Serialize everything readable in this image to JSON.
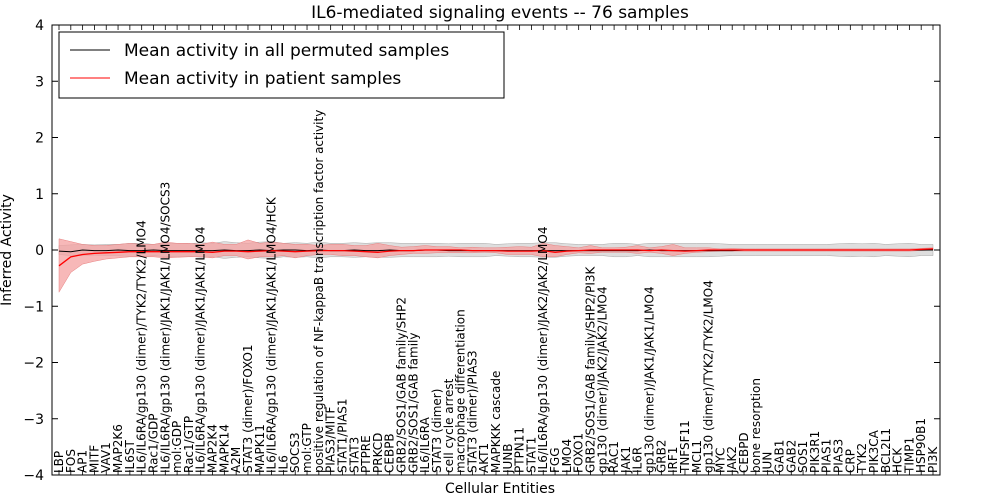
{
  "chart_data": {
    "type": "line",
    "title": "IL6-mediated signaling events -- 76 samples",
    "xlabel": "Cellular Entities",
    "ylabel": "Inferred Activity",
    "ylim": [
      -4,
      4
    ],
    "yticks": [
      "−4",
      "−3",
      "−2",
      "−1",
      "0",
      "1",
      "2",
      "3",
      "4"
    ],
    "grid": false,
    "legend_position": "top-left",
    "colors": {
      "permuted": "#000000",
      "patient": "#ff0000",
      "patient_band": "#f4a0a0",
      "permuted_band": "#c8c8c8"
    },
    "categories": [
      "LBP",
      "FOS",
      "AP1",
      "MITF",
      "VAV1",
      "MAP2K6",
      "IL6ST",
      "IL6/IL6RA/gp130 (dimer)/TYK2/TYK2/LMO4",
      "Rac1/GDP",
      "IL6/IL6RA/gp130 (dimer)/JAK1/JAK1/LMO4/SOCS3",
      "mol:GDP",
      "Rac1/GTP",
      "IL6/IL6RA/gp130 (dimer)/JAK1/JAK1/LMO4",
      "MAP2K4",
      "MAPK14",
      "A2M",
      "STAT3 (dimer)/FOXO1",
      "MAPK11",
      "IL6/IL6RA/gp130 (dimer)/JAK1/JAK1/LMO4/HCK",
      "IL6",
      "SOCS3",
      "mol:GTP",
      "positive regulation of NF-kappaB transcription factor activity",
      "PIAS3/MITF",
      "STAT1/PIAS1",
      "STAT3",
      "PTPRE",
      "PRKCD",
      "CEBPB",
      "GRB2/SOS1/GAB family/SHP2",
      "GRB2/SOS1/GAB family",
      "IL6/IL6RA",
      "STAT3 (dimer)",
      "cell cycle arrest",
      "macrophage differentiation",
      "STAT3 (dimer)/PIAS3",
      "AKT1",
      "MAPKKK cascade",
      "JUNB",
      "PTPN11",
      "STAT1",
      "IL6/IL6RA/gp130 (dimer)/JAK2/JAK2/LMO4",
      "FGG",
      "LMO4",
      "FOXO1",
      "GRB2/SOS1/GAB family/SHP2/PI3K",
      "gp130 (dimer)/JAK2/JAK2/LMO4",
      "RAC1",
      "JAK1",
      "IL6R",
      "gp130 (dimer)/JAK1/JAK1/LMO4",
      "GRB2",
      "IRF1",
      "TNFSF11",
      "MCL1",
      "gp130 (dimer)/TYK2/TYK2/LMO4",
      "MYC",
      "JAK2",
      "CEBPD",
      "bone resorption",
      "JUN",
      "GAB1",
      "GAB2",
      "SOS1",
      "PIK3R1",
      "PIAS1",
      "PIAS3",
      "CRP",
      "TYK2",
      "PIK3CA",
      "BCL2L1",
      "HCK",
      "TIMP1",
      "HSP90B1",
      "PI3K"
    ],
    "series": [
      {
        "name": "Mean activity in all permuted samples",
        "values": [
          -0.02,
          -0.03,
          0.0,
          -0.01,
          -0.01,
          0.0,
          -0.01,
          -0.01,
          0.0,
          -0.01,
          -0.01,
          -0.01,
          -0.01,
          -0.01,
          0.0,
          -0.01,
          -0.01,
          0.0,
          -0.01,
          0.0,
          0.0,
          -0.01,
          0.0,
          -0.01,
          -0.01,
          0.0,
          -0.01,
          -0.01,
          0.0,
          -0.01,
          -0.01,
          0.0,
          0.0,
          -0.01,
          -0.01,
          -0.01,
          -0.01,
          -0.01,
          -0.01,
          -0.01,
          -0.01,
          -0.01,
          -0.01,
          -0.01,
          -0.01,
          -0.01,
          -0.01,
          -0.01,
          -0.01,
          -0.01,
          0.0,
          -0.01,
          -0.01,
          -0.01,
          -0.01,
          -0.01,
          -0.01,
          -0.01,
          0.0,
          0.0,
          0.0,
          0.0,
          0.0,
          0.0,
          0.0,
          0.0,
          0.0,
          0.0,
          0.0,
          0.0,
          0.0,
          0.0,
          0.0,
          0.0,
          0.0
        ],
        "band": [
          0.08,
          0.09,
          0.1,
          0.09,
          0.1,
          0.1,
          0.12,
          0.12,
          0.1,
          0.12,
          0.12,
          0.11,
          0.13,
          0.12,
          0.15,
          0.13,
          0.12,
          0.14,
          0.15,
          0.12,
          0.13,
          0.12,
          0.14,
          0.12,
          0.12,
          0.13,
          0.12,
          0.13,
          0.13,
          0.12,
          0.12,
          0.12,
          0.12,
          0.11,
          0.12,
          0.12,
          0.12,
          0.1,
          0.11,
          0.12,
          0.12,
          0.13,
          0.13,
          0.11,
          0.1,
          0.1,
          0.1,
          0.12,
          0.12,
          0.1,
          0.12,
          0.12,
          0.12,
          0.12,
          0.12,
          0.12,
          0.11,
          0.1,
          0.1,
          0.1,
          0.1,
          0.1,
          0.1,
          0.1,
          0.1,
          0.1,
          0.11,
          0.12,
          0.11,
          0.12,
          0.1,
          0.11,
          0.12,
          0.1,
          0.1
        ],
        "band_upper": [
          0.08,
          0.09,
          0.1,
          0.09,
          0.1,
          0.1,
          0.12,
          0.12,
          0.1,
          0.12,
          0.12,
          0.11,
          0.13,
          0.12,
          0.15,
          0.13,
          0.12,
          0.14,
          0.15,
          0.12,
          0.13,
          0.12,
          0.14,
          0.12,
          0.12,
          0.13,
          0.12,
          0.13,
          0.13,
          0.12,
          0.12,
          0.12,
          0.12,
          0.11,
          0.12,
          0.12,
          0.12,
          0.1,
          0.11,
          0.12,
          0.12,
          0.13,
          0.13,
          0.11,
          0.1,
          0.1,
          0.1,
          0.12,
          0.12,
          0.1,
          0.12,
          0.12,
          0.12,
          0.12,
          0.12,
          0.12,
          0.11,
          0.1,
          0.1,
          0.1,
          0.1,
          0.1,
          0.1,
          0.1,
          0.1,
          0.1,
          0.11,
          0.12,
          0.11,
          0.12,
          0.1,
          0.11,
          0.12,
          0.1,
          0.1
        ],
        "band_lower": [
          -0.08,
          -0.1,
          -0.1,
          -0.09,
          -0.1,
          -0.1,
          -0.12,
          -0.12,
          -0.1,
          -0.12,
          -0.12,
          -0.11,
          -0.13,
          -0.12,
          -0.15,
          -0.13,
          -0.12,
          -0.14,
          -0.15,
          -0.12,
          -0.13,
          -0.12,
          -0.14,
          -0.12,
          -0.12,
          -0.13,
          -0.12,
          -0.13,
          -0.13,
          -0.12,
          -0.12,
          -0.12,
          -0.12,
          -0.11,
          -0.12,
          -0.12,
          -0.12,
          -0.1,
          -0.11,
          -0.12,
          -0.12,
          -0.13,
          -0.13,
          -0.11,
          -0.1,
          -0.1,
          -0.1,
          -0.12,
          -0.12,
          -0.1,
          -0.12,
          -0.12,
          -0.12,
          -0.12,
          -0.12,
          -0.12,
          -0.11,
          -0.1,
          -0.1,
          -0.1,
          -0.1,
          -0.1,
          -0.1,
          -0.1,
          -0.1,
          -0.1,
          -0.11,
          -0.12,
          -0.11,
          -0.12,
          -0.1,
          -0.11,
          -0.12,
          -0.1,
          -0.1
        ]
      },
      {
        "name": "Mean activity in patient samples",
        "values": [
          -0.28,
          -0.12,
          -0.08,
          -0.06,
          -0.05,
          -0.04,
          -0.03,
          -0.03,
          -0.03,
          -0.03,
          -0.03,
          -0.03,
          -0.03,
          -0.04,
          -0.02,
          -0.02,
          -0.03,
          -0.02,
          -0.01,
          -0.02,
          -0.03,
          -0.02,
          -0.01,
          -0.01,
          -0.01,
          -0.02,
          -0.03,
          -0.04,
          -0.02,
          -0.01,
          -0.01,
          0.0,
          0.0,
          0.0,
          0.0,
          -0.01,
          -0.01,
          -0.01,
          -0.02,
          -0.02,
          -0.02,
          -0.01,
          -0.04,
          -0.02,
          -0.01,
          0.0,
          0.0,
          0.0,
          0.0,
          0.0,
          -0.01,
          0.0,
          -0.01,
          -0.02,
          -0.01,
          0.0,
          0.0,
          0.0,
          0.0,
          0.0,
          0.0,
          0.0,
          0.0,
          0.0,
          0.0,
          0.0,
          0.0,
          0.0,
          0.0,
          0.0,
          0.0,
          0.0,
          0.0,
          0.01,
          0.02
        ],
        "band_upper": [
          0.2,
          0.15,
          0.1,
          0.08,
          0.08,
          0.1,
          0.12,
          0.1,
          0.1,
          0.14,
          0.12,
          0.12,
          0.1,
          0.14,
          0.1,
          0.1,
          0.18,
          0.12,
          0.14,
          0.12,
          0.1,
          0.1,
          0.08,
          0.1,
          0.1,
          0.08,
          0.08,
          0.12,
          0.08,
          0.05,
          0.06,
          0.08,
          0.06,
          0.06,
          0.04,
          0.05,
          0.04,
          0.04,
          0.05,
          0.06,
          0.05,
          0.12,
          0.08,
          0.06,
          0.04,
          0.08,
          0.04,
          0.04,
          0.05,
          0.08,
          0.04,
          0.06,
          0.1,
          0.04,
          0.04,
          0.04,
          0.02,
          0.03,
          0.02,
          0.02,
          0.02,
          0.02,
          0.02,
          0.02,
          0.02,
          0.02,
          0.02,
          0.02,
          0.02,
          0.02,
          0.02,
          0.02,
          0.02,
          0.03,
          0.04
        ],
        "band_lower": [
          -0.75,
          -0.4,
          -0.25,
          -0.2,
          -0.16,
          -0.14,
          -0.12,
          -0.12,
          -0.12,
          -0.14,
          -0.13,
          -0.12,
          -0.12,
          -0.14,
          -0.1,
          -0.1,
          -0.16,
          -0.12,
          -0.12,
          -0.1,
          -0.14,
          -0.1,
          -0.08,
          -0.08,
          -0.1,
          -0.1,
          -0.12,
          -0.14,
          -0.1,
          -0.08,
          -0.06,
          -0.06,
          -0.05,
          -0.05,
          -0.05,
          -0.05,
          -0.04,
          -0.05,
          -0.08,
          -0.08,
          -0.08,
          -0.12,
          -0.12,
          -0.08,
          -0.05,
          -0.06,
          -0.04,
          -0.04,
          -0.04,
          -0.06,
          -0.04,
          -0.06,
          -0.1,
          -0.06,
          -0.04,
          -0.03,
          -0.02,
          -0.02,
          -0.02,
          -0.02,
          -0.02,
          -0.02,
          -0.02,
          -0.02,
          -0.02,
          -0.02,
          -0.02,
          -0.02,
          -0.02,
          -0.02,
          -0.02,
          -0.02,
          -0.02,
          -0.01,
          0.0
        ]
      }
    ]
  }
}
